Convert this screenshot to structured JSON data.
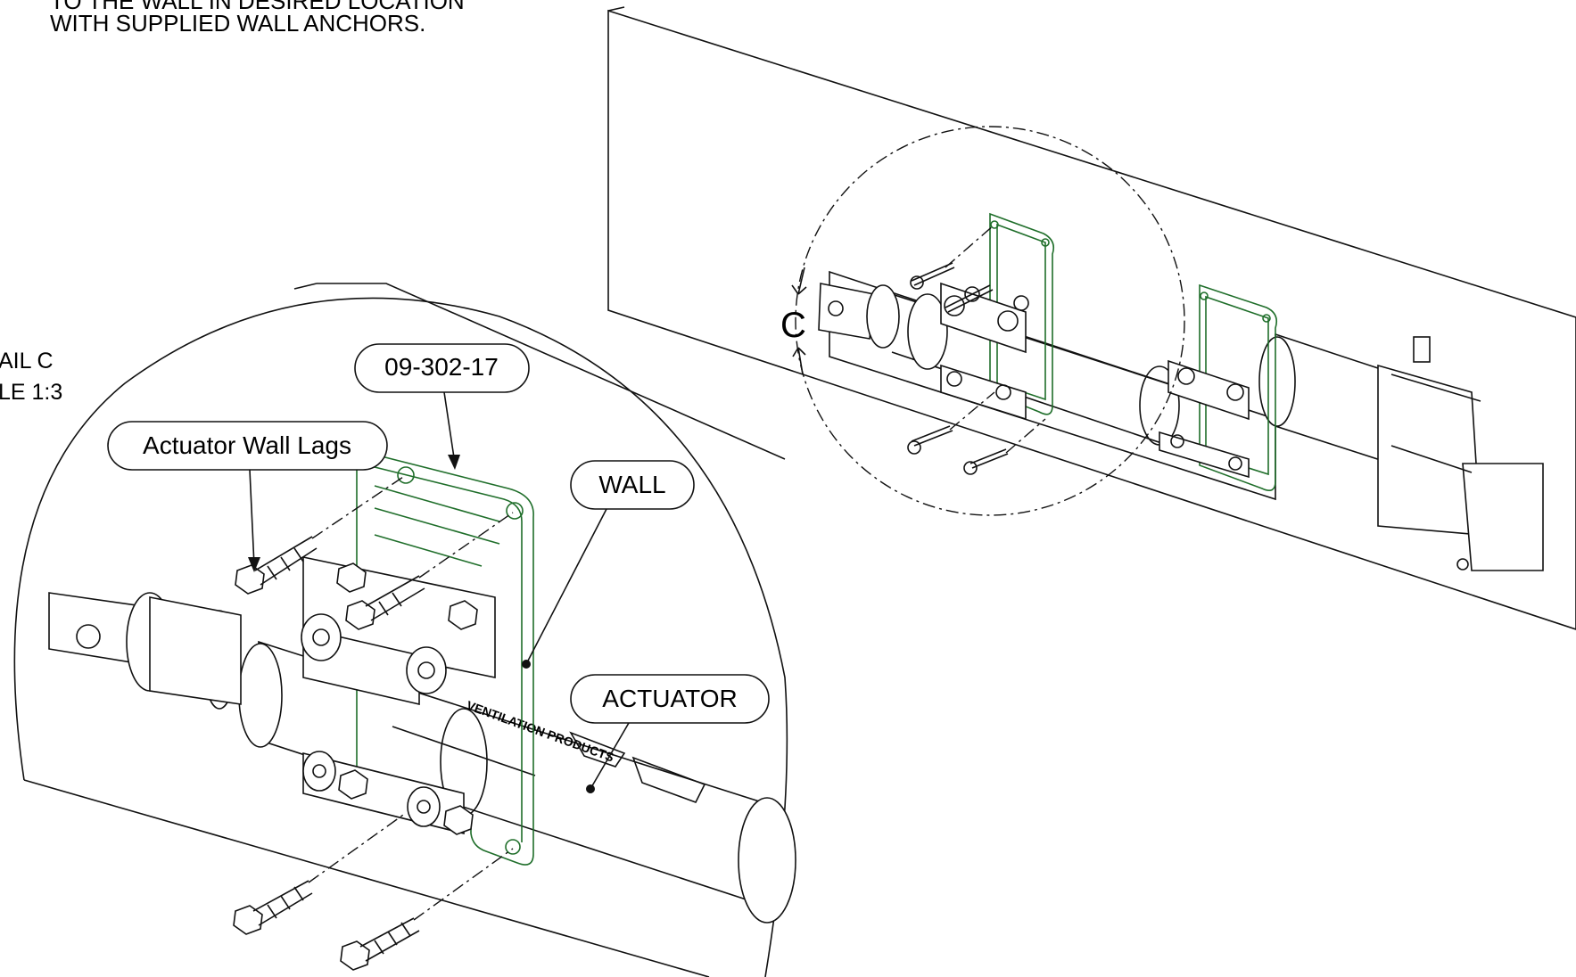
{
  "notes": {
    "line1": "TO THE WALL IN DESIRED LOCATION",
    "line2": "WITH SUPPLIED WALL ANCHORS."
  },
  "detail": {
    "title": "AIL C",
    "scale": "LE 1:3",
    "marker": "C"
  },
  "callouts": {
    "part_number": "09-302-17",
    "wall_lags": "Actuator Wall Lags",
    "wall": "WALL",
    "actuator": "ACTUATOR"
  },
  "branding": {
    "actuator_text": "VENTILATION PRODUCTS"
  },
  "colors": {
    "bracket_outline": "#1f6e2a",
    "line": "#111111"
  }
}
